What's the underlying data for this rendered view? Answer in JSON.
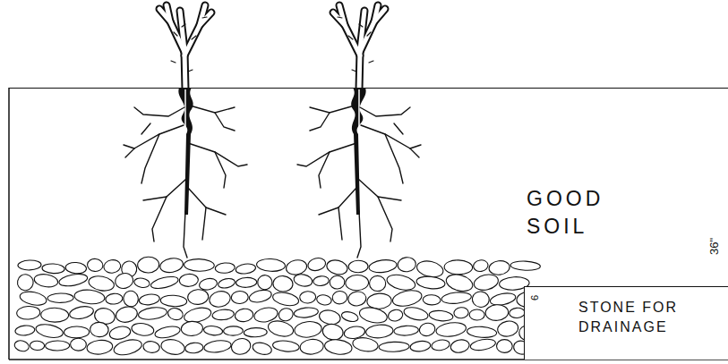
{
  "diagram": {
    "nodes": [
      {
        "text": [
          "GOOD SOIL"
        ]
      },
      {
        "text": [
          "STONE FOR DRAINAGE"
        ]
      }
    ],
    "labels": [
      "36\"",
      "6"
    ]
  }
}
